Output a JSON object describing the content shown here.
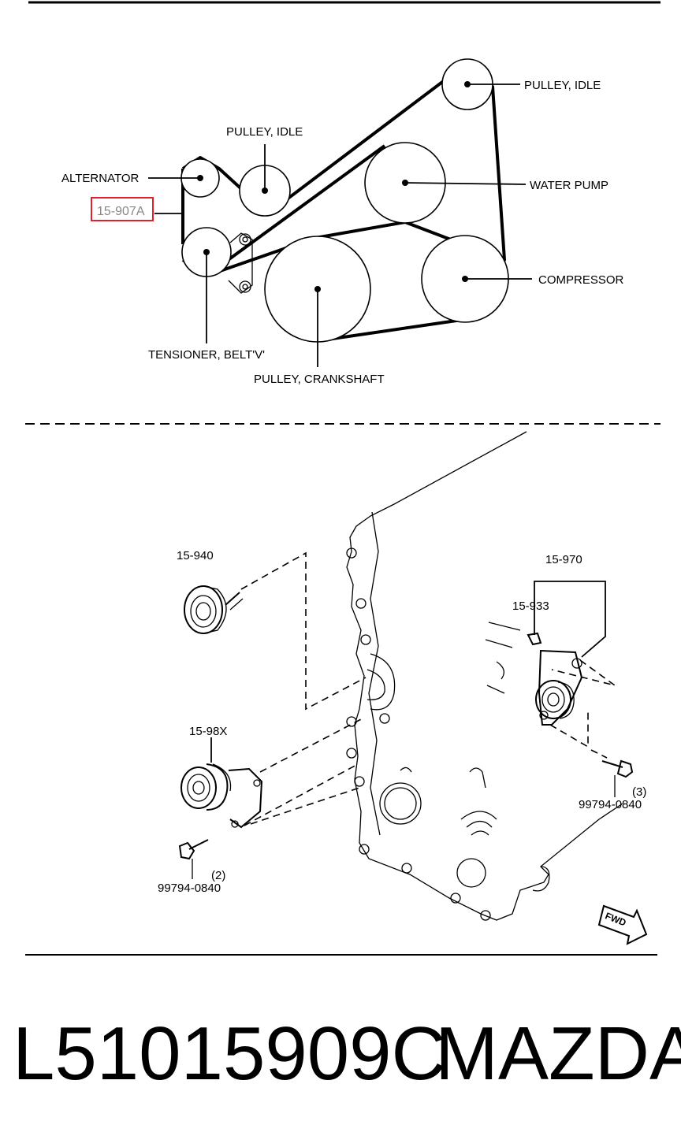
{
  "belt_diagram": {
    "labels": {
      "idle_pulley_top": "PULLEY, IDLE",
      "idle_pulley_mid": "PULLEY, IDLE",
      "alternator": "ALTERNATOR",
      "water_pump": "WATER PUMP",
      "compressor": "COMPRESSOR",
      "tensioner": "TENSIONER, BELT'V'",
      "crankshaft": "PULLEY, CRANKSHAFT",
      "highlighted_part": "15-907A"
    },
    "highlight_color": "#e0202a"
  },
  "exploded_view": {
    "labels": {
      "part_15_940": "15-940",
      "part_15_970": "15-970",
      "part_15_933": "15-933",
      "part_15_98x": "15-98X",
      "bolt_3_qty": "(3)",
      "bolt_3_num": "99794-0840",
      "bolt_2_qty": "(2)",
      "bolt_2_num": "99794-0840",
      "fwd": "FWD"
    }
  },
  "footer": {
    "part_number": "L51015909C",
    "brand": "MAZDA"
  }
}
